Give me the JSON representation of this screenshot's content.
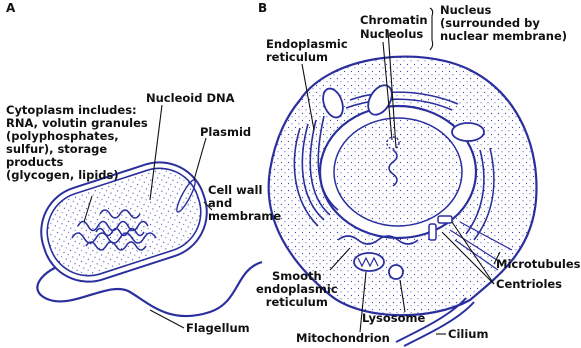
{
  "panel_a": {
    "letter": "A",
    "labels": {
      "cytoplasm": [
        "Cytoplasm includes:",
        "RNA, volutin granules",
        "(polyphosphates,",
        "sulfur), storage",
        "products",
        "(glycogen, lipids)"
      ],
      "nucleoid": "Nucleoid DNA",
      "plasmid": "Plasmid",
      "cell_wall": [
        "Cell wall",
        "and",
        "membrame"
      ],
      "flagellum": "Flagellum"
    }
  },
  "panel_b": {
    "letter": "B",
    "labels": {
      "chromatin": "Chromatin",
      "nucleolus": "Nucleolus",
      "nucleus": [
        "Nucleus",
        "(surrounded by",
        "nuclear membrane)"
      ],
      "er": [
        "Endoplasmic",
        "reticulum"
      ],
      "smooth_er": [
        "Smooth",
        "endoplasmic",
        "reticulum"
      ],
      "lysosome": "Lysosome",
      "mitochondrion": "Mitochondrion",
      "microtubules": "Microtubules",
      "centrioles": "Centrioles",
      "cilium": "Cilium"
    }
  },
  "colors": {
    "outline": "#2a2f9e",
    "fill": "#ffffff",
    "stipple": "#3a3fb0",
    "leader": "#111111"
  }
}
